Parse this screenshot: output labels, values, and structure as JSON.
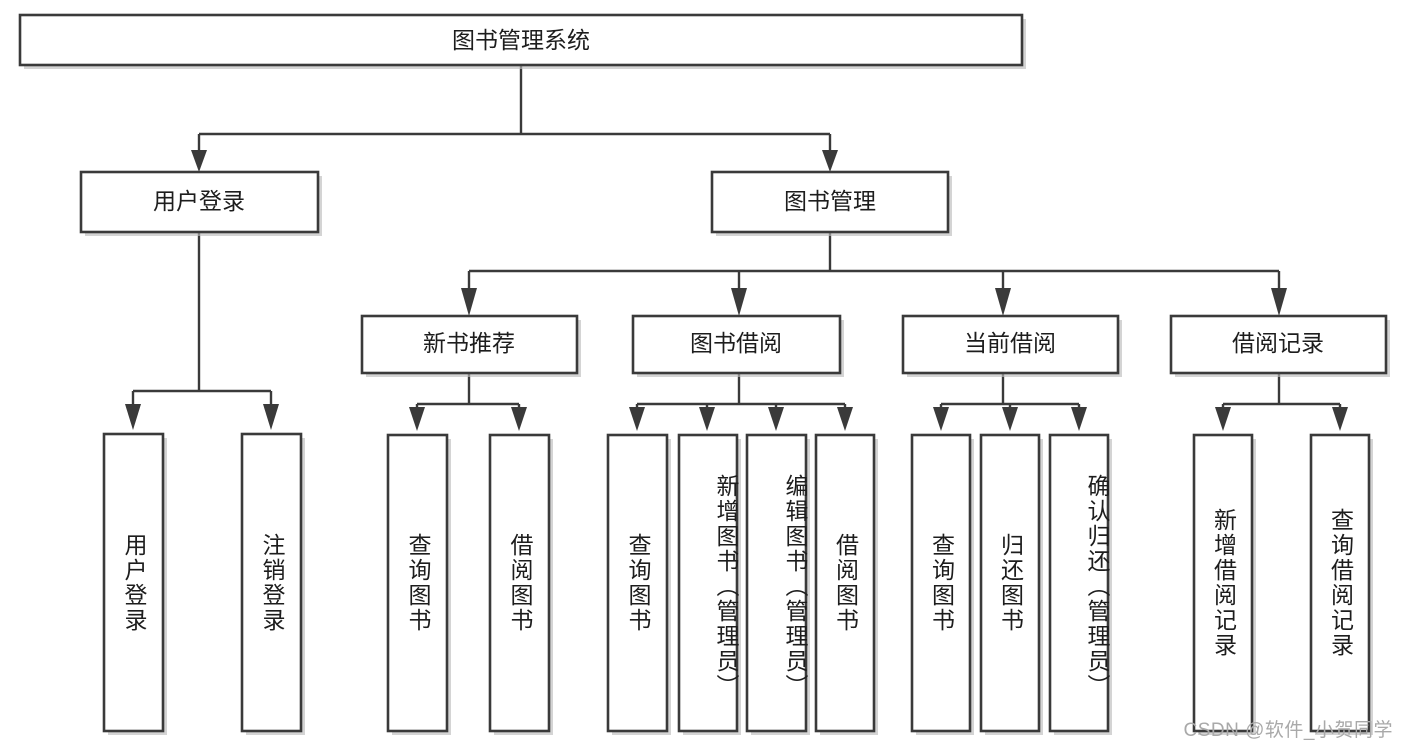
{
  "diagram": {
    "type": "tree-hierarchy",
    "title": "图书管理系统",
    "orientation": "top-down",
    "watermark": "CSDN @软件_小贺同学",
    "colors": {
      "box_fill": "#ffffff",
      "box_stroke": "#3a3a3a",
      "edge": "#3a3a3a",
      "text": "#1d1d1d",
      "watermark": "#a9a9a9"
    },
    "root": {
      "label": "图书管理系统"
    },
    "level2": [
      {
        "label": "用户登录"
      },
      {
        "label": "图书管理"
      }
    ],
    "level3": [
      {
        "label": "新书推荐"
      },
      {
        "label": "图书借阅"
      },
      {
        "label": "当前借阅"
      },
      {
        "label": "借阅记录"
      }
    ],
    "leaves": {
      "user_login": [
        {
          "label": "用户登录"
        },
        {
          "label": "注销登录"
        }
      ],
      "new_book_recommend": [
        {
          "label": "查询图书"
        },
        {
          "label": "借阅图书"
        }
      ],
      "book_borrow": [
        {
          "label": "查询图书"
        },
        {
          "label": "新增图书（管理员）"
        },
        {
          "label": "编辑图书（管理员）"
        },
        {
          "label": "借阅图书"
        }
      ],
      "current_borrow": [
        {
          "label": "查询图书"
        },
        {
          "label": "归还图书"
        },
        {
          "label": "确认归还（管理员）"
        }
      ],
      "borrow_records": [
        {
          "label": "新增借阅记录"
        },
        {
          "label": "查询借阅记录"
        }
      ]
    }
  }
}
